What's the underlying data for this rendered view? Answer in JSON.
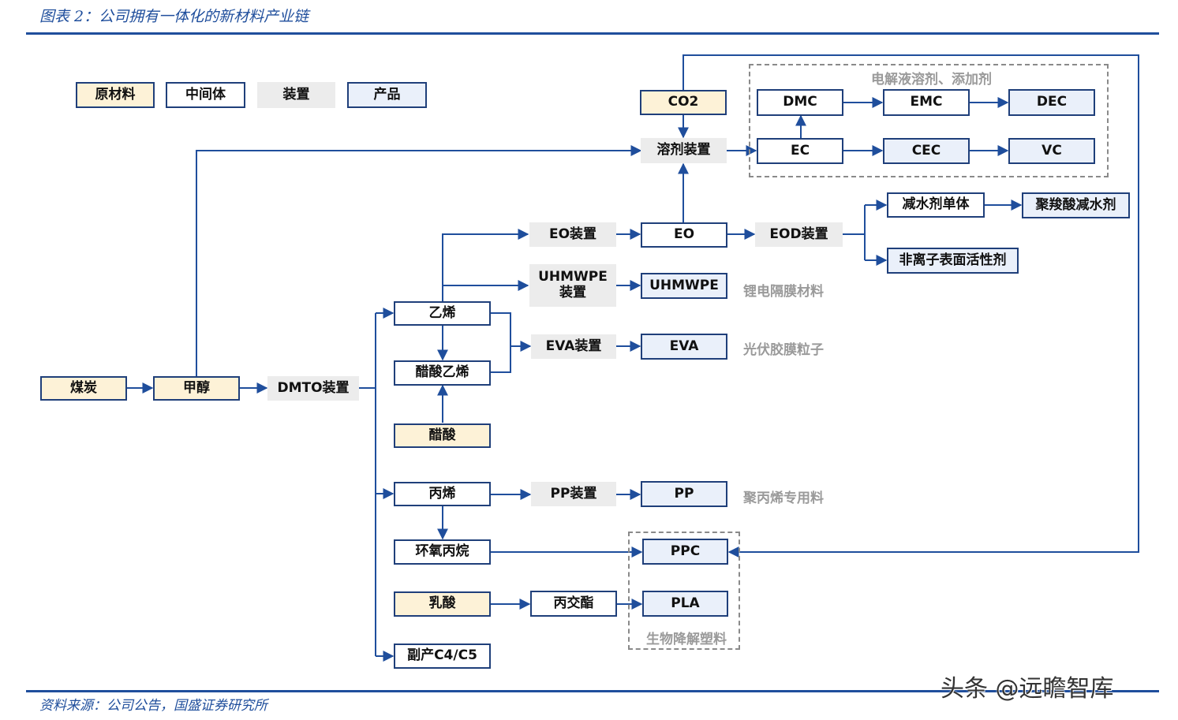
{
  "title": "图表 2：公司拥有一体化的新材料产业链",
  "source": "资料来源：公司公告，国盛证券研究所",
  "watermark": "头条 @远瞻智库",
  "legend": {
    "raw": "原材料",
    "mid": "中间体",
    "dev": "装置",
    "prod": "产品"
  },
  "nodes": {
    "coal": "煤炭",
    "methanol": "甲醇",
    "dmto": "DMTO装置",
    "co2": "CO2",
    "solvent_dev": "溶剂装置",
    "dmc": "DMC",
    "emc": "EMC",
    "dec": "DEC",
    "ec": "EC",
    "cec": "CEC",
    "vc": "VC",
    "eo_dev": "EO装置",
    "eo": "EO",
    "eod_dev": "EOD装置",
    "reducer_monomer": "减水剂单体",
    "pce": "聚羧酸减水剂",
    "nonionic": "非离子表面活性剂",
    "uhmwpe_dev_1": "UHMWPE",
    "uhmwpe_dev_2": "装置",
    "uhmwpe": "UHMWPE",
    "ethylene": "乙烯",
    "vinyl_acetate": "醋酸乙烯",
    "acetic_acid": "醋酸",
    "eva_dev": "EVA装置",
    "eva": "EVA",
    "propylene": "丙烯",
    "pp_dev": "PP装置",
    "pp": "PP",
    "po": "环氧丙烷",
    "ppc": "PPC",
    "lactic_acid": "乳酸",
    "lactide": "丙交酯",
    "pla": "PLA",
    "c4c5": "副产C4/C5"
  },
  "notes": {
    "electrolyte": "电解液溶剂、添加剂",
    "separator": "锂电隔膜材料",
    "pv_film": "光伏胶膜粒子",
    "pp_special": "聚丙烯专用料",
    "bio": "生物降解塑料"
  },
  "colors": {
    "line": "#1f4e9c",
    "box_border": "#1f3f7a",
    "raw_fill": "#fdf2d7",
    "device_fill": "#ececec",
    "product_fill": "#eaf0fa",
    "note_text": "#9a9a9a"
  }
}
